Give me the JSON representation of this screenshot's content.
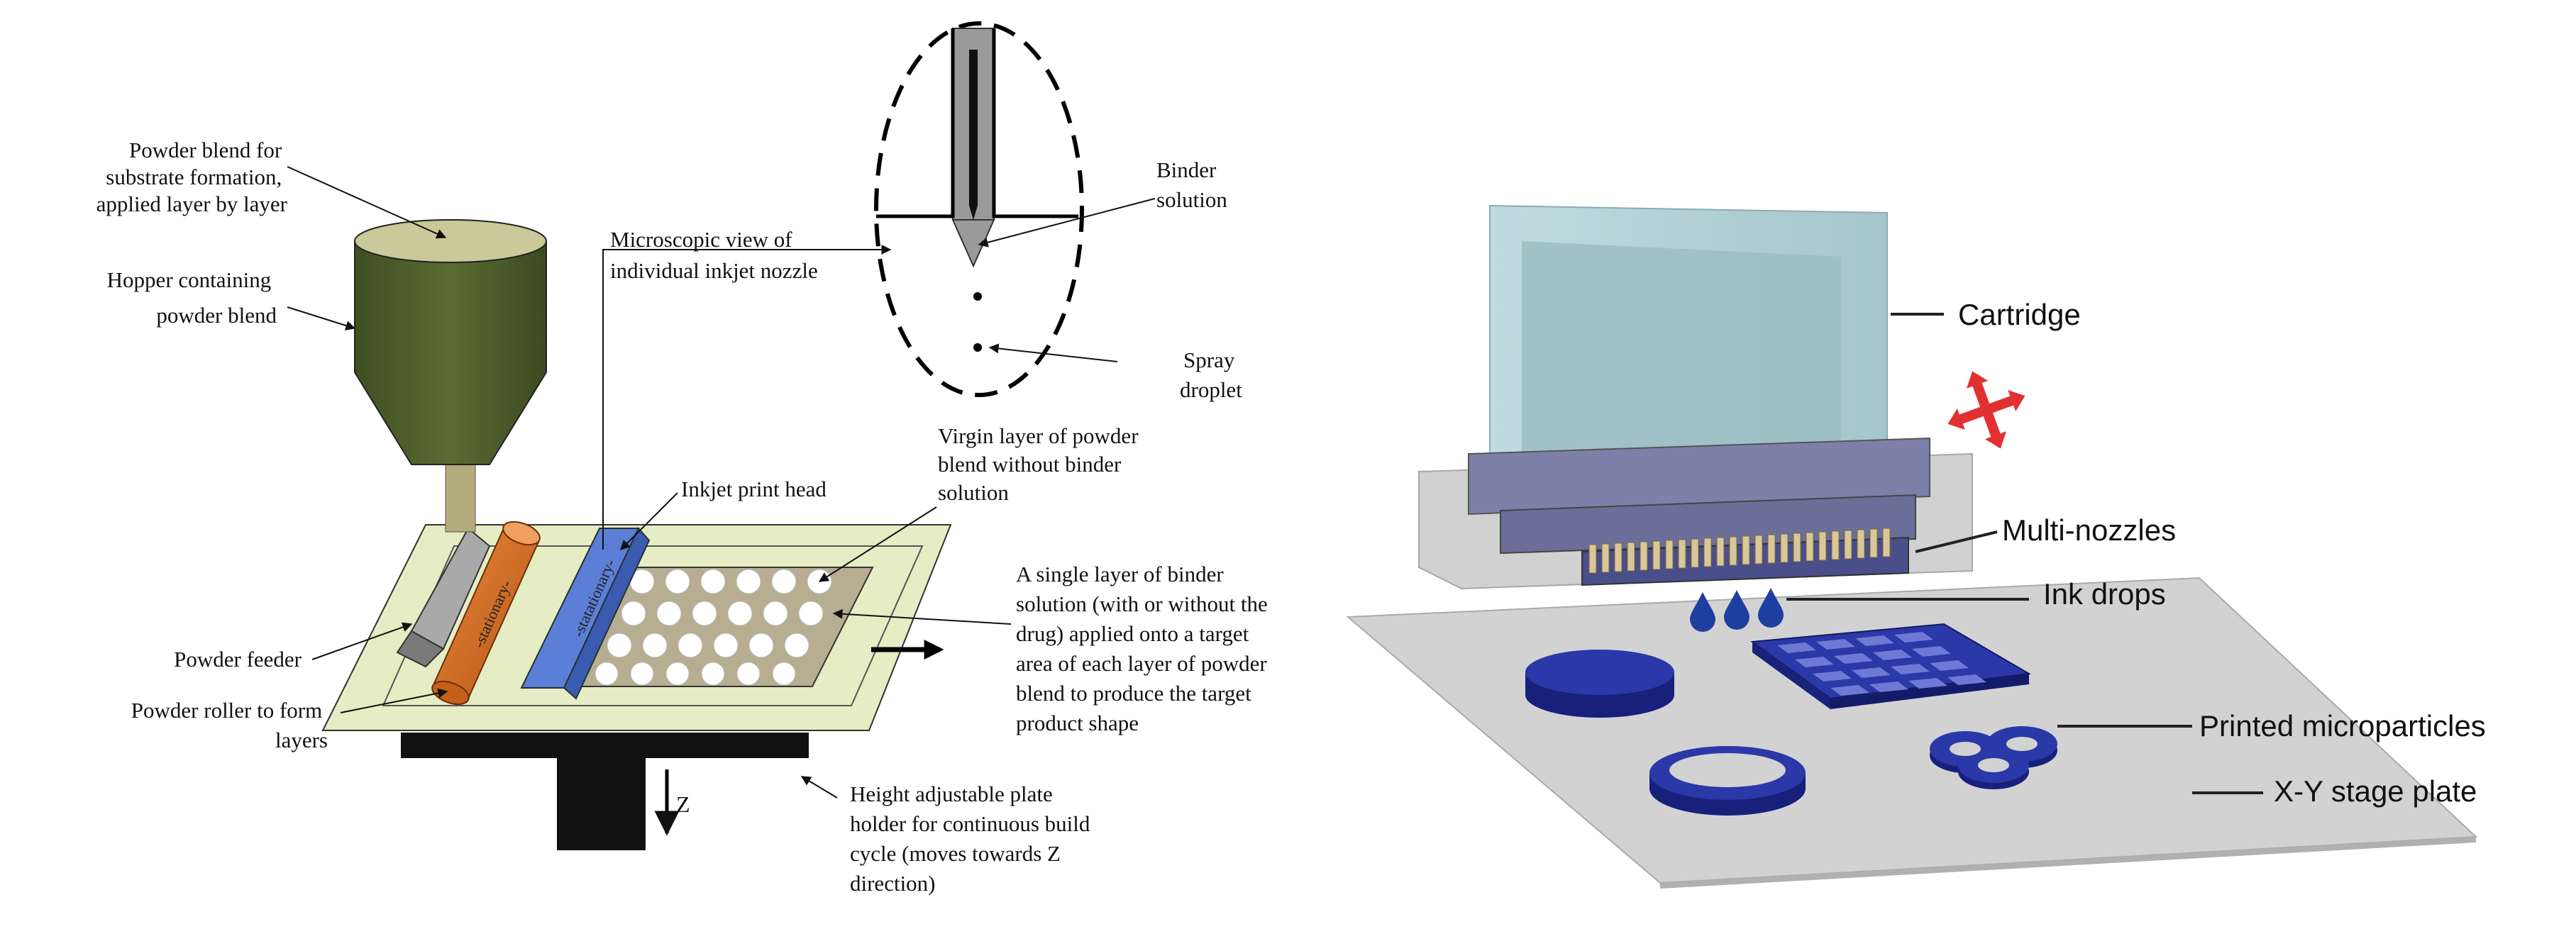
{
  "left_panel": {
    "labels": {
      "powder_blend": [
        "Powder blend for",
        "substrate formation,",
        "applied layer by layer"
      ],
      "hopper": [
        "Hopper containing",
        "powder blend"
      ],
      "microscopic_view": [
        "Microscopic view of",
        "individual inkjet nozzle"
      ],
      "binder_solution": [
        "Binder",
        "solution"
      ],
      "spray_droplet": [
        "Spray",
        "droplet"
      ],
      "virgin_layer": [
        "Virgin  layer of powder",
        "blend without binder",
        "solution"
      ],
      "inkjet_print_head": "Inkjet print head",
      "single_layer": [
        "A single layer of binder",
        "solution (with or without the",
        "drug) applied onto a target",
        "area of each layer of powder",
        "blend to produce the target",
        "product shape"
      ],
      "powder_feeder": "Powder feeder",
      "powder_roller": [
        "Powder roller to form",
        "layers"
      ],
      "height_plate": [
        "Height adjustable plate",
        "holder for continuous build",
        "cycle (moves towards Z",
        "direction)"
      ],
      "stationary_roller": "-stationary-",
      "stationary_head": "-statationary-",
      "z_axis": "Z"
    },
    "colors": {
      "hopper": "#4a5a2a",
      "roller": "#d2691e",
      "print_head": "#5b7fd6",
      "bed": "#e6ecc4",
      "powder_area": "#b7ad90",
      "base": "#111111"
    }
  },
  "right_panel": {
    "labels": {
      "cartridge": "Cartridge",
      "multi_nozzles": "Multi-nozzles",
      "ink_drops": "Ink drops",
      "printed_microparticles": "Printed microparticles",
      "xy_stage_plate": "X-Y stage plate"
    },
    "colors": {
      "cartridge": "#a8c9cf",
      "nozzle_block": "#7d80a8",
      "particles": "#1f2a8a",
      "stage": "#d2d2d2",
      "arrows": "#e23030"
    }
  }
}
